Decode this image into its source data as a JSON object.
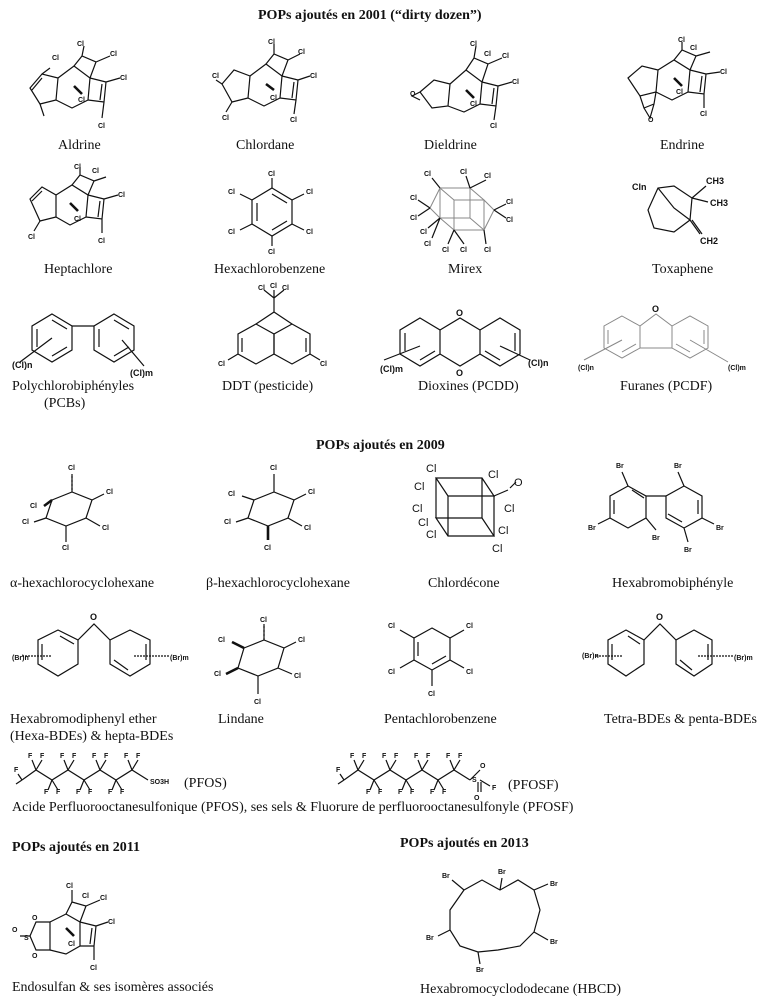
{
  "sections": {
    "s2001": "POPs ajoutés en 2001 (“dirty dozen”)",
    "s2009": "POPs ajoutés en 2009",
    "s2011": "POPs ajoutés en 2011",
    "s2013": "POPs ajoutés en 2013"
  },
  "molecules": {
    "aldrine": "Aldrine",
    "chlordane": "Chlordane",
    "dieldrine": "Dieldrine",
    "endrine": "Endrine",
    "heptachlore": "Heptachlore",
    "hcb": "Hexachlorobenzene",
    "mirex": "Mirex",
    "toxaphene": "Toxaphene",
    "pcb_1": "Polychlorobiphényles",
    "pcb_2": "(PCBs)",
    "ddt": "DDT (pesticide)",
    "pcdd": "Dioxines (PCDD)",
    "pcdf": "Furanes (PCDF)",
    "alpha_hch": "α-hexachlorocyclohexane",
    "beta_hch": "β-hexachlorocyclohexane",
    "chlordecone": "Chlordécone",
    "hexabromobiphenyle": "Hexabromobiphényle",
    "hexabde_1": "Hexabromodiphenyl ether",
    "hexabde_2": "(Hexa-BDEs) & hepta-BDEs",
    "lindane": "Lindane",
    "pecb": "Pentachlorobenzene",
    "tetrabde": "Tetra-BDEs & penta-BDEs",
    "pfos_tag": "(PFOS)",
    "pfosf_tag": "(PFOSF)",
    "pfos_caption": "Acide Perfluorooctanesulfonique (PFOS), ses sels & Fluorure de perfluorooctanesulfonyle (PFOSF)",
    "endosulfan": "Endosulfan & ses isomères associés",
    "hbcd": "Hexabromocyclododecane (HBCD)"
  },
  "atom_labels": {
    "cl": "Cl",
    "br": "Br",
    "f": "F",
    "o": "O",
    "s": "S",
    "ch3": "CH3",
    "ch2": "CH2",
    "cln": "Cln",
    "cl_n": "(Cl)n",
    "cl_m": "(Cl)m",
    "br_n": "(Br)n",
    "br_m": "(Br)m",
    "so3h": "SO3H"
  }
}
